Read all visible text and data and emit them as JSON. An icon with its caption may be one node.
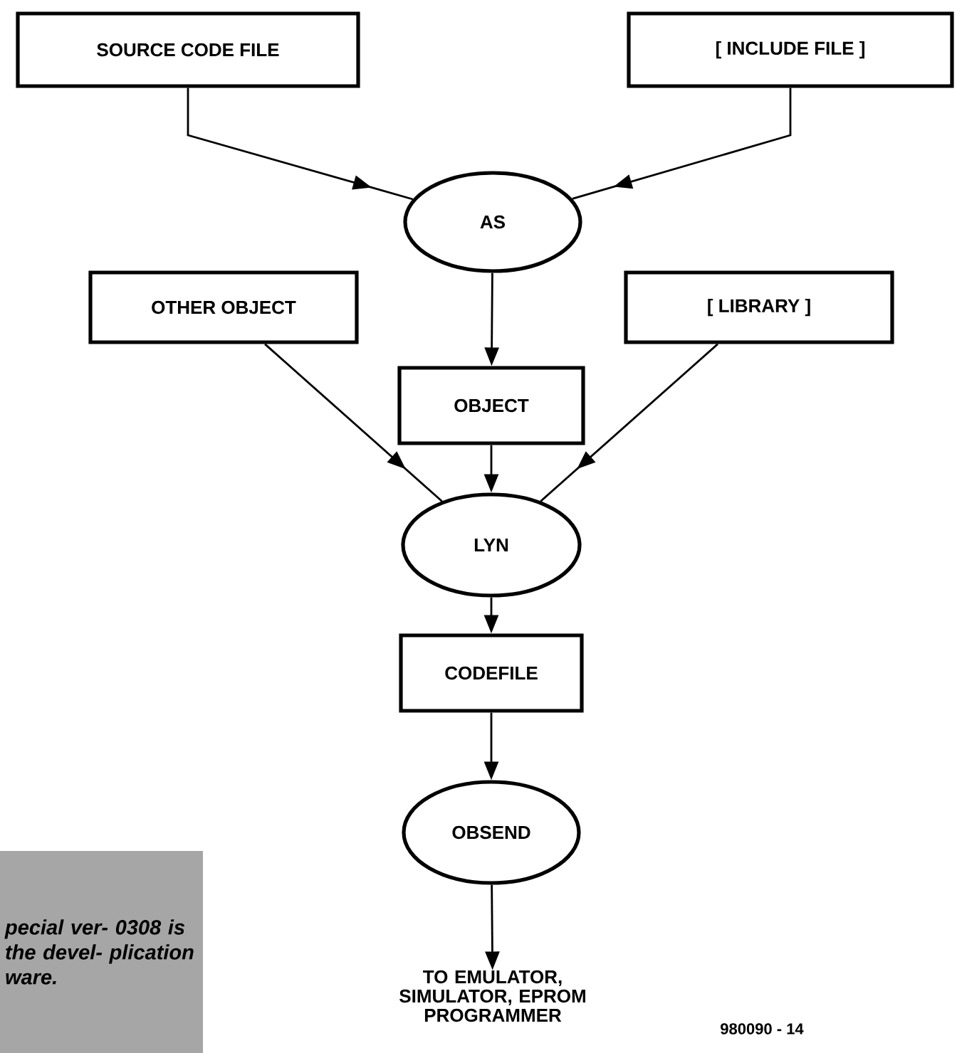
{
  "diagram": {
    "nodes": [
      {
        "text": [
          "SOURCE CODE FILE"
        ]
      },
      {
        "text": [
          "[ INCLUDE FILE ]"
        ]
      },
      {
        "text": [
          "AS"
        ]
      },
      {
        "text": [
          "OTHER OBJECT"
        ]
      },
      {
        "text": [
          "[ LIBRARY ]"
        ]
      },
      {
        "text": [
          "OBJECT"
        ]
      },
      {
        "text": [
          "LYN"
        ]
      },
      {
        "text": [
          "CODEFILE"
        ]
      },
      {
        "text": [
          "OBSEND"
        ]
      },
      {
        "text": [
          "TO EMULATOR, SIMULATOR, EPROM PROGRAMMER"
        ]
      },
      {
        "text": [
          "pecial ver- 0308 is the devel- plication ware."
        ]
      }
    ],
    "edges": [
      {
        "from": 0,
        "to": 2,
        "arrow": "to"
      },
      {
        "from": 1,
        "to": 2,
        "arrow": "to"
      },
      {
        "from": 2,
        "to": 5,
        "arrow": "to"
      },
      {
        "from": 3,
        "to": 6,
        "arrow": "to"
      },
      {
        "from": 5,
        "to": 6,
        "arrow": "to"
      },
      {
        "from": 4,
        "to": 6,
        "arrow": "to"
      },
      {
        "from": 6,
        "to": 7,
        "arrow": "to"
      },
      {
        "from": 7,
        "to": 8,
        "arrow": "to"
      },
      {
        "from": 8,
        "to": 9,
        "arrow": "to"
      }
    ],
    "labels": [
      "980090 - 14"
    ]
  }
}
